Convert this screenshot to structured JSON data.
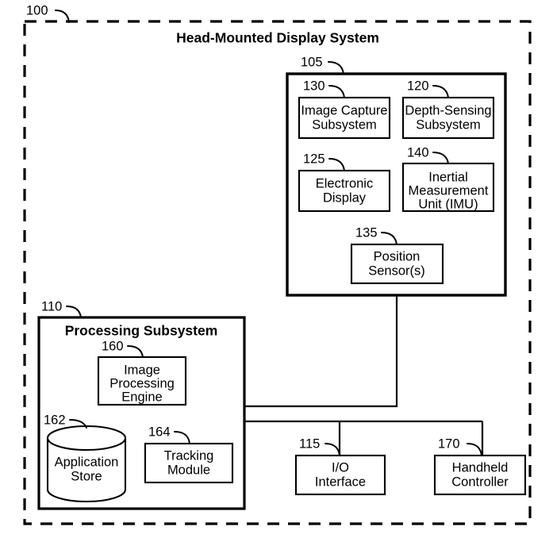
{
  "figure": {
    "title": "Head-Mounted Display System",
    "system_ref": "100",
    "background_color": "#ffffff",
    "line_color": "#000000"
  },
  "hmd": {
    "ref": "105",
    "components": [
      {
        "ref": "130",
        "name": "image-capture-subsystem",
        "lines": [
          "Image Capture",
          "Subsystem"
        ]
      },
      {
        "ref": "120",
        "name": "depth-sensing-subsystem",
        "lines": [
          "Depth-Sensing",
          "Subsystem"
        ]
      },
      {
        "ref": "125",
        "name": "electronic-display",
        "lines": [
          "Electronic",
          "Display"
        ]
      },
      {
        "ref": "140",
        "name": "inertial-measurement-unit",
        "lines": [
          "Inertial",
          "Measurement",
          "Unit (IMU)"
        ]
      },
      {
        "ref": "135",
        "name": "position-sensors",
        "lines": [
          "Position",
          "Sensor(s)"
        ]
      }
    ]
  },
  "processing_subsystem": {
    "ref": "110",
    "title": "Processing Subsystem",
    "components": [
      {
        "ref": "160",
        "name": "image-processing-engine",
        "lines": [
          "Image",
          "Processing",
          "Engine"
        ]
      },
      {
        "ref": "162",
        "name": "application-store",
        "shape": "cylinder",
        "lines": [
          "Application",
          "Store"
        ]
      },
      {
        "ref": "164",
        "name": "tracking-module",
        "lines": [
          "Tracking",
          "Module"
        ]
      }
    ]
  },
  "peripherals": [
    {
      "ref": "115",
      "name": "io-interface",
      "lines": [
        "I/O",
        "Interface"
      ]
    },
    {
      "ref": "170",
      "name": "handheld-controller",
      "lines": [
        "Handheld",
        "Controller"
      ]
    }
  ]
}
